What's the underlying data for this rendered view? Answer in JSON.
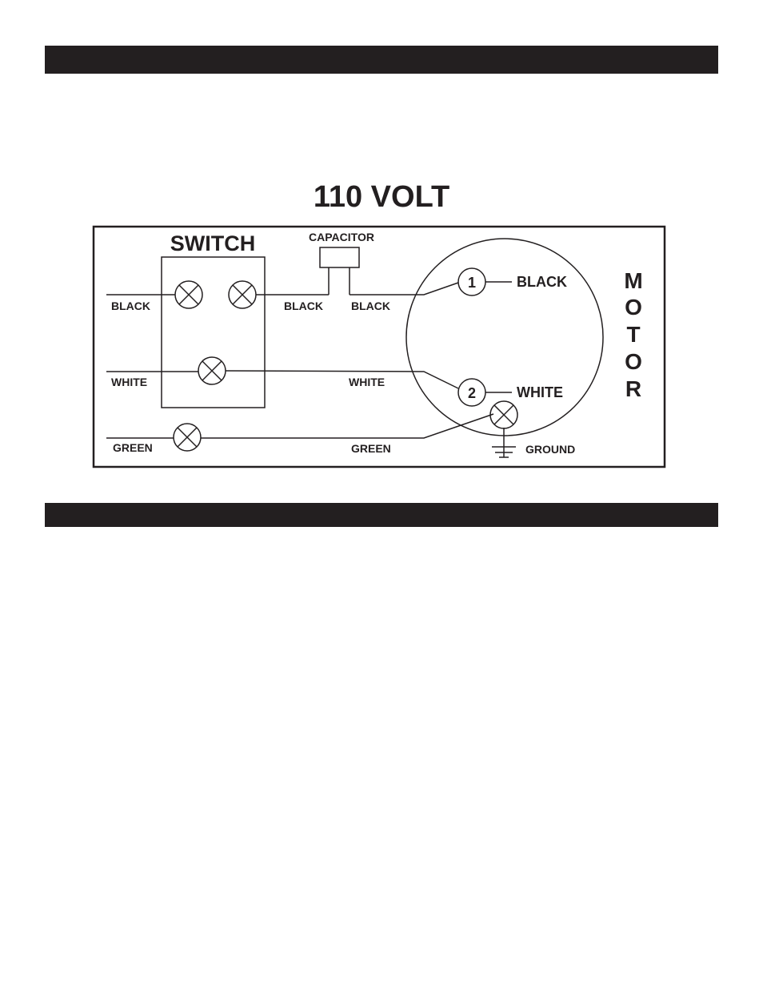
{
  "diagram": {
    "title": "110 VOLT",
    "switch_label": "SWITCH",
    "capacitor_label": "CAPACITOR",
    "motor_letters": [
      "M",
      "O",
      "T",
      "O",
      "R"
    ],
    "wires": {
      "black_in": "BLACK",
      "black_switch_out": "BLACK",
      "black_cap_out": "BLACK",
      "white_in": "WHITE",
      "white_mid": "WHITE",
      "green_in": "GREEN",
      "green_mid": "GREEN"
    },
    "terminals": [
      {
        "number": "1",
        "label": "BLACK"
      },
      {
        "number": "2",
        "label": "WHITE"
      }
    ],
    "ground_label": "GROUND"
  }
}
